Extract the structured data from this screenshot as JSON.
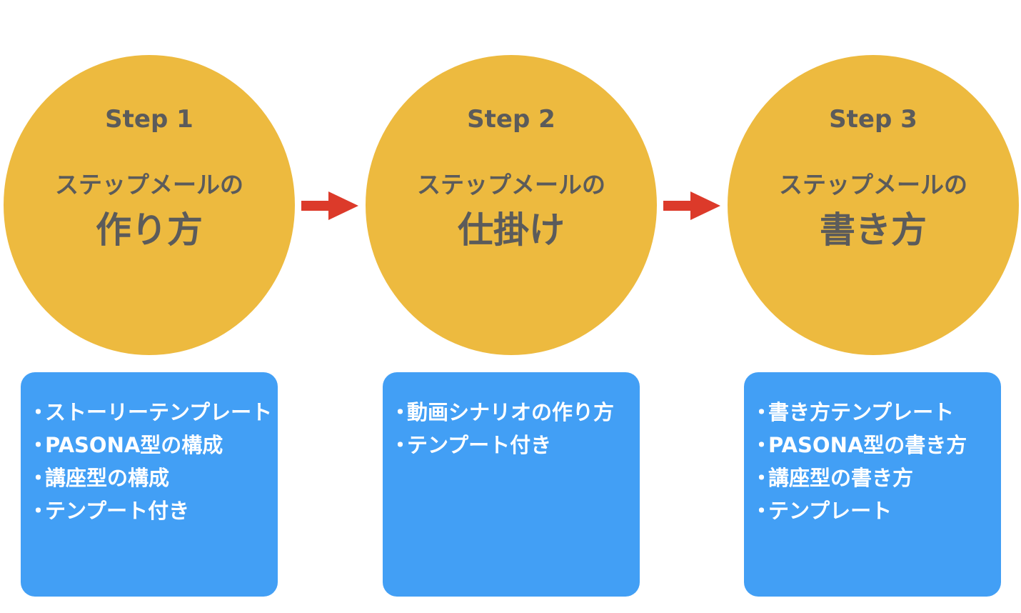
{
  "steps": [
    {
      "step_label": "Step 1",
      "subtitle": "ステップメールの",
      "title": "作り方",
      "items": [
        "ストーリーテンプレート",
        "PASONA型の構成",
        "講座型の構成",
        "テンプート付き"
      ]
    },
    {
      "step_label": "Step 2",
      "subtitle": "ステップメールの",
      "title": "仕掛け",
      "items": [
        "動画シナリオの作り方",
        "テンプート付き"
      ]
    },
    {
      "step_label": "Step 3",
      "subtitle": "ステップメールの",
      "title": "書き方",
      "items": [
        "書き方テンプレート",
        "PASONA型の書き方",
        "講座型の書き方",
        "テンプレート"
      ]
    }
  ],
  "bullet": "・",
  "colors": {
    "circle": "#EDBA3F",
    "circle_text": "#5b5b5b",
    "box": "#429FF5",
    "box_text": "#ffffff",
    "arrow": "#DC3A2A"
  }
}
